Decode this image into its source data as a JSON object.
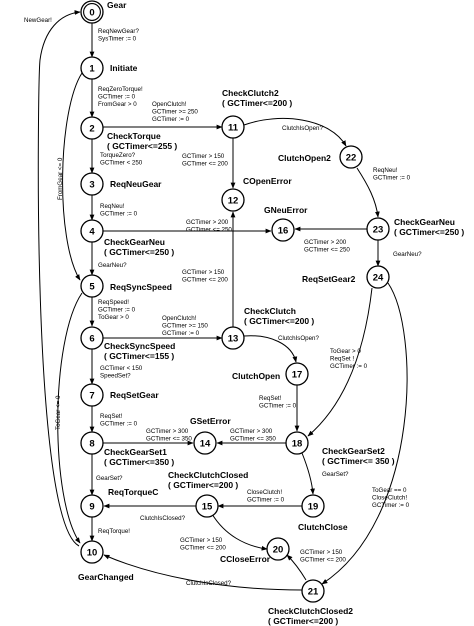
{
  "states": [
    {
      "id": "s0",
      "num": "0",
      "label": "Gear"
    },
    {
      "id": "s1",
      "num": "1",
      "label": "Initiate"
    },
    {
      "id": "s2",
      "num": "2",
      "label": "CheckTorque",
      "label2": "( GCTimer<=255 )"
    },
    {
      "id": "s3",
      "num": "3",
      "label": "ReqNeuGear"
    },
    {
      "id": "s4",
      "num": "4",
      "label": "CheckGearNeu",
      "label2": "( GCTimer<=250 )"
    },
    {
      "id": "s5",
      "num": "5",
      "label": "ReqSyncSpeed"
    },
    {
      "id": "s6",
      "num": "6",
      "label": "CheckSyncSpeed",
      "label2": "( GCTimer<=155 )"
    },
    {
      "id": "s7",
      "num": "7",
      "label": "ReqSetGear"
    },
    {
      "id": "s8",
      "num": "8",
      "label": "CheckGearSet1",
      "label2": "( GCTimer<=350 )"
    },
    {
      "id": "s9",
      "num": "9",
      "label": "ReqTorqueC"
    },
    {
      "id": "s10",
      "num": "10",
      "label": "GearChanged"
    },
    {
      "id": "s11",
      "num": "11",
      "label": "CheckClutch2",
      "label2": "( GCTimer<=200 )"
    },
    {
      "id": "s12",
      "num": "12",
      "label": "COpenError"
    },
    {
      "id": "s13",
      "num": "13",
      "label": "CheckClutch",
      "label2": "( GCTimer<=200 )"
    },
    {
      "id": "s14",
      "num": "14",
      "label": "GSetError"
    },
    {
      "id": "s15",
      "num": "15",
      "label": "CheckClutchClosed",
      "label2": "( GCTimer<=200 )"
    },
    {
      "id": "s16",
      "num": "16",
      "label": "GNeuError"
    },
    {
      "id": "s17",
      "num": "17",
      "label": "ClutchOpen"
    },
    {
      "id": "s18",
      "num": "18",
      "label": "CheckGearSet2",
      "label2": "( GCTimer<= 350 )"
    },
    {
      "id": "s19",
      "num": "19",
      "label": "ClutchClose"
    },
    {
      "id": "s20",
      "num": "20",
      "label": "CCloseError"
    },
    {
      "id": "s21",
      "num": "21",
      "label": "CheckClutchClosed2",
      "label2": "( GCTimer<=200 )"
    },
    {
      "id": "s22",
      "num": "22",
      "label": "ClutchOpen2"
    },
    {
      "id": "s23",
      "num": "23",
      "label": "CheckGearNeu",
      "label2": "( GCTimer<=250 )"
    },
    {
      "id": "s24",
      "num": "24",
      "label": "ReqSetGear2"
    }
  ],
  "transitions": [
    {
      "id": "t_0_1",
      "lines": [
        "ReqNewGear?",
        "SysTimer := 0"
      ]
    },
    {
      "id": "t_10_0",
      "lines": [
        "NewGear!"
      ]
    },
    {
      "id": "t_1_2",
      "lines": [
        "ReqZeroTorque!",
        "GCTimer := 0",
        "FromGear > 0"
      ]
    },
    {
      "id": "t_1_5",
      "lines": [
        "FromGear <= 0"
      ]
    },
    {
      "id": "t_2_3",
      "lines": [
        "TorqueZero?",
        "GCTimer < 250"
      ]
    },
    {
      "id": "t_2_11",
      "lines": [
        "OpenClutch!",
        "GCTimer >= 250",
        "GCTimer := 0"
      ]
    },
    {
      "id": "t_3_4",
      "lines": [
        "ReqNeu!",
        "GCTimer := 0"
      ]
    },
    {
      "id": "t_4_16",
      "lines": [
        "GCTimer > 200",
        "GCTimer <= 250"
      ]
    },
    {
      "id": "t_4_5",
      "lines": [
        "GearNeu?"
      ]
    },
    {
      "id": "t_11_12",
      "lines": [
        "GCTimer > 150",
        "GCTimer <= 200"
      ]
    },
    {
      "id": "t_11_22",
      "lines": [
        "ClutchIsOpen?"
      ]
    },
    {
      "id": "t_22_23",
      "lines": [
        "ReqNeu!",
        "GCTimer := 0"
      ]
    },
    {
      "id": "t_23_16",
      "lines": [
        "GCTimer > 200",
        "GCTimer <= 250"
      ]
    },
    {
      "id": "t_23_24",
      "lines": [
        "GearNeu?"
      ]
    },
    {
      "id": "t_13_12",
      "lines": [
        "GCTimer > 150",
        "GCTimer <= 200"
      ]
    },
    {
      "id": "t_5_6",
      "lines": [
        "ReqSpeed!",
        "GCTimer := 0",
        "ToGear > 0"
      ]
    },
    {
      "id": "t_5_10",
      "lines": [
        "ToGear <= 0"
      ]
    },
    {
      "id": "t_6_13",
      "lines": [
        "OpenClutch!",
        "GCTimer >= 150",
        "GCTimer := 0"
      ]
    },
    {
      "id": "t_6_7",
      "lines": [
        "GCTimer < 150",
        "SpeedSet?"
      ]
    },
    {
      "id": "t_13_17",
      "lines": [
        "ClutchIsOpen?"
      ]
    },
    {
      "id": "t_24_18",
      "lines": [
        "ToGear > 0",
        "ReqSet !",
        "GCTimer := 0"
      ]
    },
    {
      "id": "t_17_18",
      "lines": [
        "ReqSet!",
        "GCTimer := 0"
      ]
    },
    {
      "id": "t_7_8",
      "lines": [
        "ReqSet!",
        "GCTimer := 0"
      ]
    },
    {
      "id": "t_8_14",
      "lines": [
        "GCTimer > 300",
        "GCTimer <= 350"
      ]
    },
    {
      "id": "t_18_14",
      "lines": [
        "GCTimer > 300",
        "GCTimer <= 350"
      ]
    },
    {
      "id": "t_8_9",
      "lines": [
        "GearSet?"
      ]
    },
    {
      "id": "t_18_19",
      "lines": [
        "GearSet?"
      ]
    },
    {
      "id": "t_19_15",
      "lines": [
        "CloseClutch!",
        "GCTimer := 0"
      ]
    },
    {
      "id": "t_15_9",
      "lines": [
        "ClutchIsClosed?"
      ]
    },
    {
      "id": "t_9_10",
      "lines": [
        "ReqTorque!"
      ]
    },
    {
      "id": "t_15_20",
      "lines": [
        "GCTimer > 150",
        "GCTimer <= 200"
      ]
    },
    {
      "id": "t_21_20",
      "lines": [
        "GCTimer > 150",
        "GCTimer <= 200"
      ]
    },
    {
      "id": "t_24_21",
      "lines": [
        "ToGear == 0",
        "CloseClutch!",
        "GCTimer := 0"
      ]
    },
    {
      "id": "t_21_10",
      "lines": [
        "ClutchIsClosed?"
      ]
    }
  ]
}
